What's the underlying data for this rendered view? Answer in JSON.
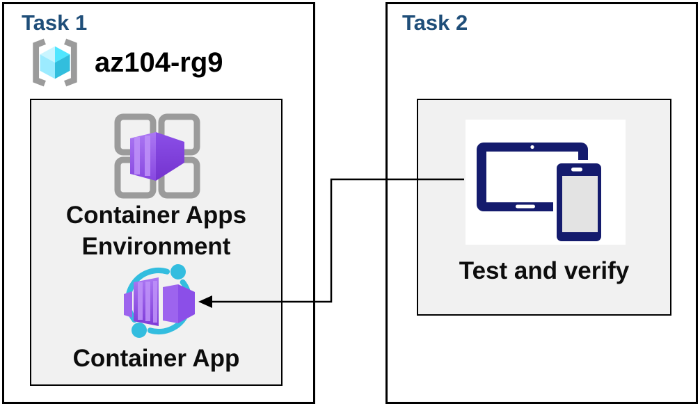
{
  "task1": {
    "title": "Task 1",
    "resource_group": {
      "name": "az104-rg9",
      "icon": "resource-group"
    },
    "environment": {
      "label": "Container Apps Environment",
      "label_line1": "Container Apps",
      "label_line2": "Environment",
      "icon": "container-apps-environment"
    },
    "app": {
      "label": "Container App",
      "icon": "container-app"
    }
  },
  "task2": {
    "title": "Task 2",
    "verify": {
      "label": "Test and verify",
      "icon": "tablet-and-phone-devices"
    }
  },
  "connector": {
    "from": "test-and-verify-card",
    "to": "container-app-icon",
    "style": "elbow-line-with-left-arrowhead"
  },
  "colors": {
    "task_title_blue": "#1F4E79",
    "panel_gray": "#F1F1F1",
    "box_border": "#000000",
    "label_black": "#0d0d0d",
    "bracket_gray": "#9B9B9B",
    "cube_cyan_lightest": "#C9F5FF",
    "cube_cyan": "#50E6FF",
    "cube_cyan_light": "#9CEBFF",
    "cube_cyan_dark": "#32BEDD",
    "container_purple_light": "#A873F2",
    "container_purple": "#8B4FE8",
    "container_purple_dark": "#7433CE",
    "container_stripe": "#BC8FF7",
    "ring_cyan": "#33BDDF",
    "device_navy": "#141B6D",
    "phone_screen_gray": "#E3E3E3"
  }
}
